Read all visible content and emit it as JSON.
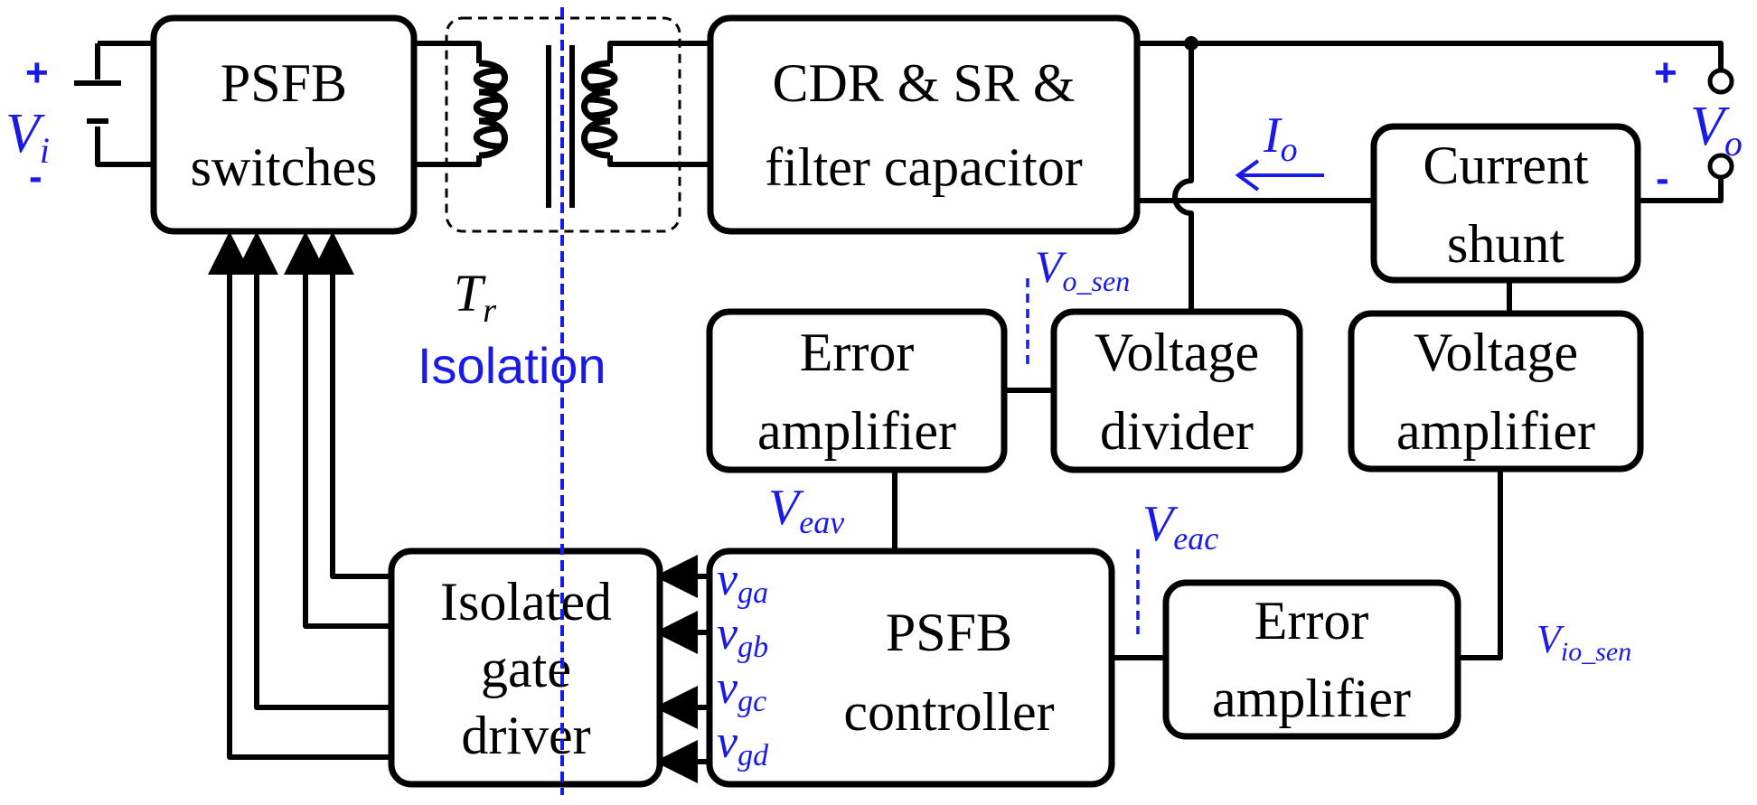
{
  "blocks": {
    "psfb_switches": [
      "PSFB",
      "switches"
    ],
    "cdr": [
      "CDR & SR &",
      "filter capacitor"
    ],
    "current_shunt": [
      "Current",
      "shunt"
    ],
    "error_amp_v": [
      "Error",
      "amplifier"
    ],
    "voltage_divider": [
      "Voltage",
      "divider"
    ],
    "voltage_amplifier": [
      "Voltage",
      "amplifier"
    ],
    "isolated_gate_driver": [
      "Isolated",
      "gate",
      "driver"
    ],
    "psfb_controller": [
      "PSFB",
      "controller"
    ],
    "error_amp_c": [
      "Error",
      "amplifier"
    ]
  },
  "labels": {
    "isolation": "Isolation",
    "transformer": {
      "main": "T",
      "sub": "r"
    },
    "input_voltage": {
      "main": "V",
      "sub": "i"
    },
    "output_voltage": {
      "main": "V",
      "sub": "o"
    },
    "output_current": {
      "main": "I",
      "sub": "o"
    },
    "vo_sen": {
      "main": "V",
      "sub": "o_sen"
    },
    "veav": {
      "main": "V",
      "sub": "eav"
    },
    "veac": {
      "main": "V",
      "sub": "eac"
    },
    "vio_sen": {
      "main": "V",
      "sub": "io_sen"
    },
    "vga": {
      "main": "v",
      "sub": "ga"
    },
    "vgb": {
      "main": "v",
      "sub": "gb"
    },
    "vgc": {
      "main": "v",
      "sub": "gc"
    },
    "vgd": {
      "main": "v",
      "sub": "gd"
    },
    "plus": "+",
    "minus": "-"
  },
  "colors": {
    "accent": "#1a1ae6",
    "line": "#000000"
  }
}
